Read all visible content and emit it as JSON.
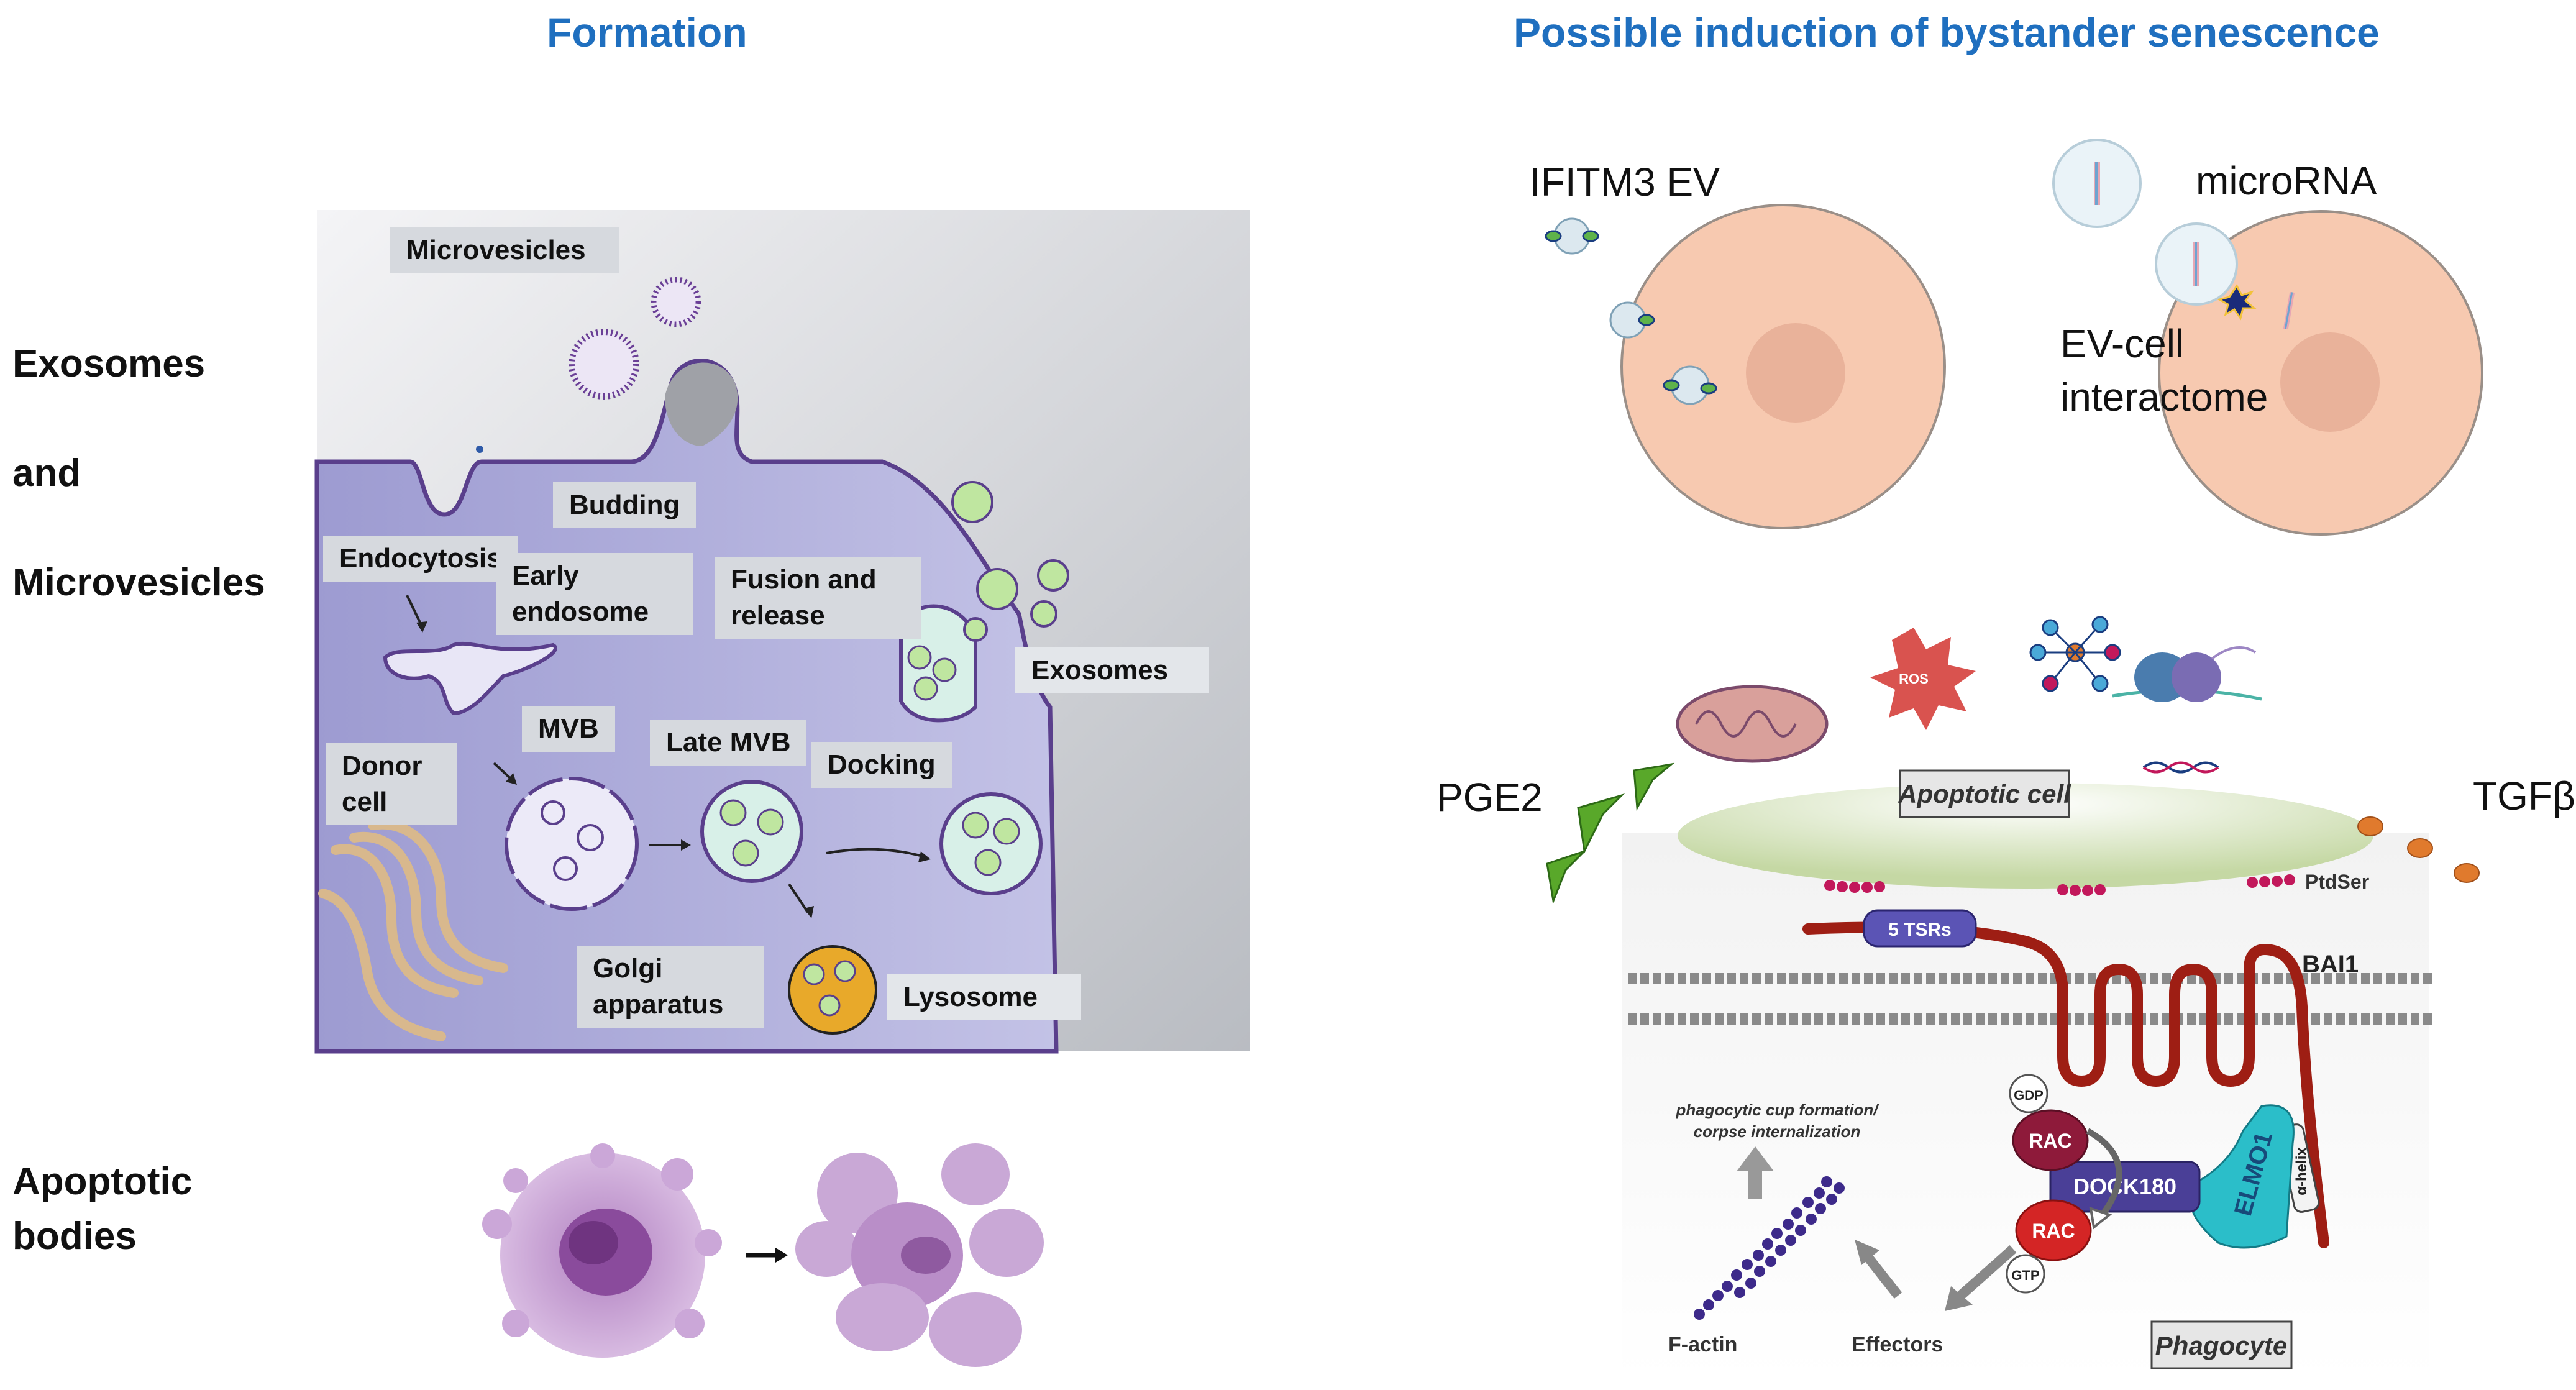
{
  "titles": {
    "formation": "Formation",
    "bystander": "Possible induction of bystander senescence"
  },
  "row_labels": {
    "exosomes": "Exosomes",
    "and": "and",
    "microvesicles": "Microvesicles",
    "apoptotic_line1": "Apoptotic",
    "apoptotic_line2": "bodies"
  },
  "formation_labels": {
    "microvesicles": "Microvesicles",
    "budding": "Budding",
    "endocytosis": "Endocytosis",
    "early_endosome_1": "Early",
    "early_endosome_2": "endosome",
    "fusion_1": "Fusion and",
    "fusion_2": "release",
    "exosomes": "Exosomes",
    "mvb": "MVB",
    "late_mvb": "Late MVB",
    "docking": "Docking",
    "donor_1": "Donor",
    "donor_2": "cell",
    "golgi_1": "Golgi",
    "golgi_2": "apparatus",
    "lysosome": "Lysosome"
  },
  "bystander_labels": {
    "ifitm3": "IFITM3 EV",
    "microrna": "microRNA",
    "interactome_1": "EV-cell",
    "interactome_2": "interactome",
    "pge2": "PGE2",
    "tgfb": "TGFβ",
    "apoptotic_cell": "Apoptotic cell",
    "ros": "ROS",
    "ptdser": "PtdSer",
    "tsrs": "5 TSRs",
    "bai1": "BAI1",
    "helix": "α-helix",
    "cup_1": "phagocytic cup formation/",
    "cup_2": "corpse internalization",
    "gdp": "GDP",
    "gtp": "GTP",
    "rac": "RAC",
    "dock180": "DOCK180",
    "elmo1": "ELMO1",
    "factin": "F-actin",
    "effectors": "Effectors",
    "phagocyte": "Phagocyte"
  },
  "colors": {
    "title_blue": "#1f6fbf",
    "cell_purple": "#a9a6d6",
    "membrane_purple": "#5a3f8c",
    "cell_pink": "#f7c9b0",
    "nucleus_pink": "#e9b29a",
    "bai1_red": "#9e1e14",
    "pge2_green": "#59a82a",
    "tgfb_orange": "#e07a2d",
    "apoptotic_purple": "#c2a2d4"
  }
}
